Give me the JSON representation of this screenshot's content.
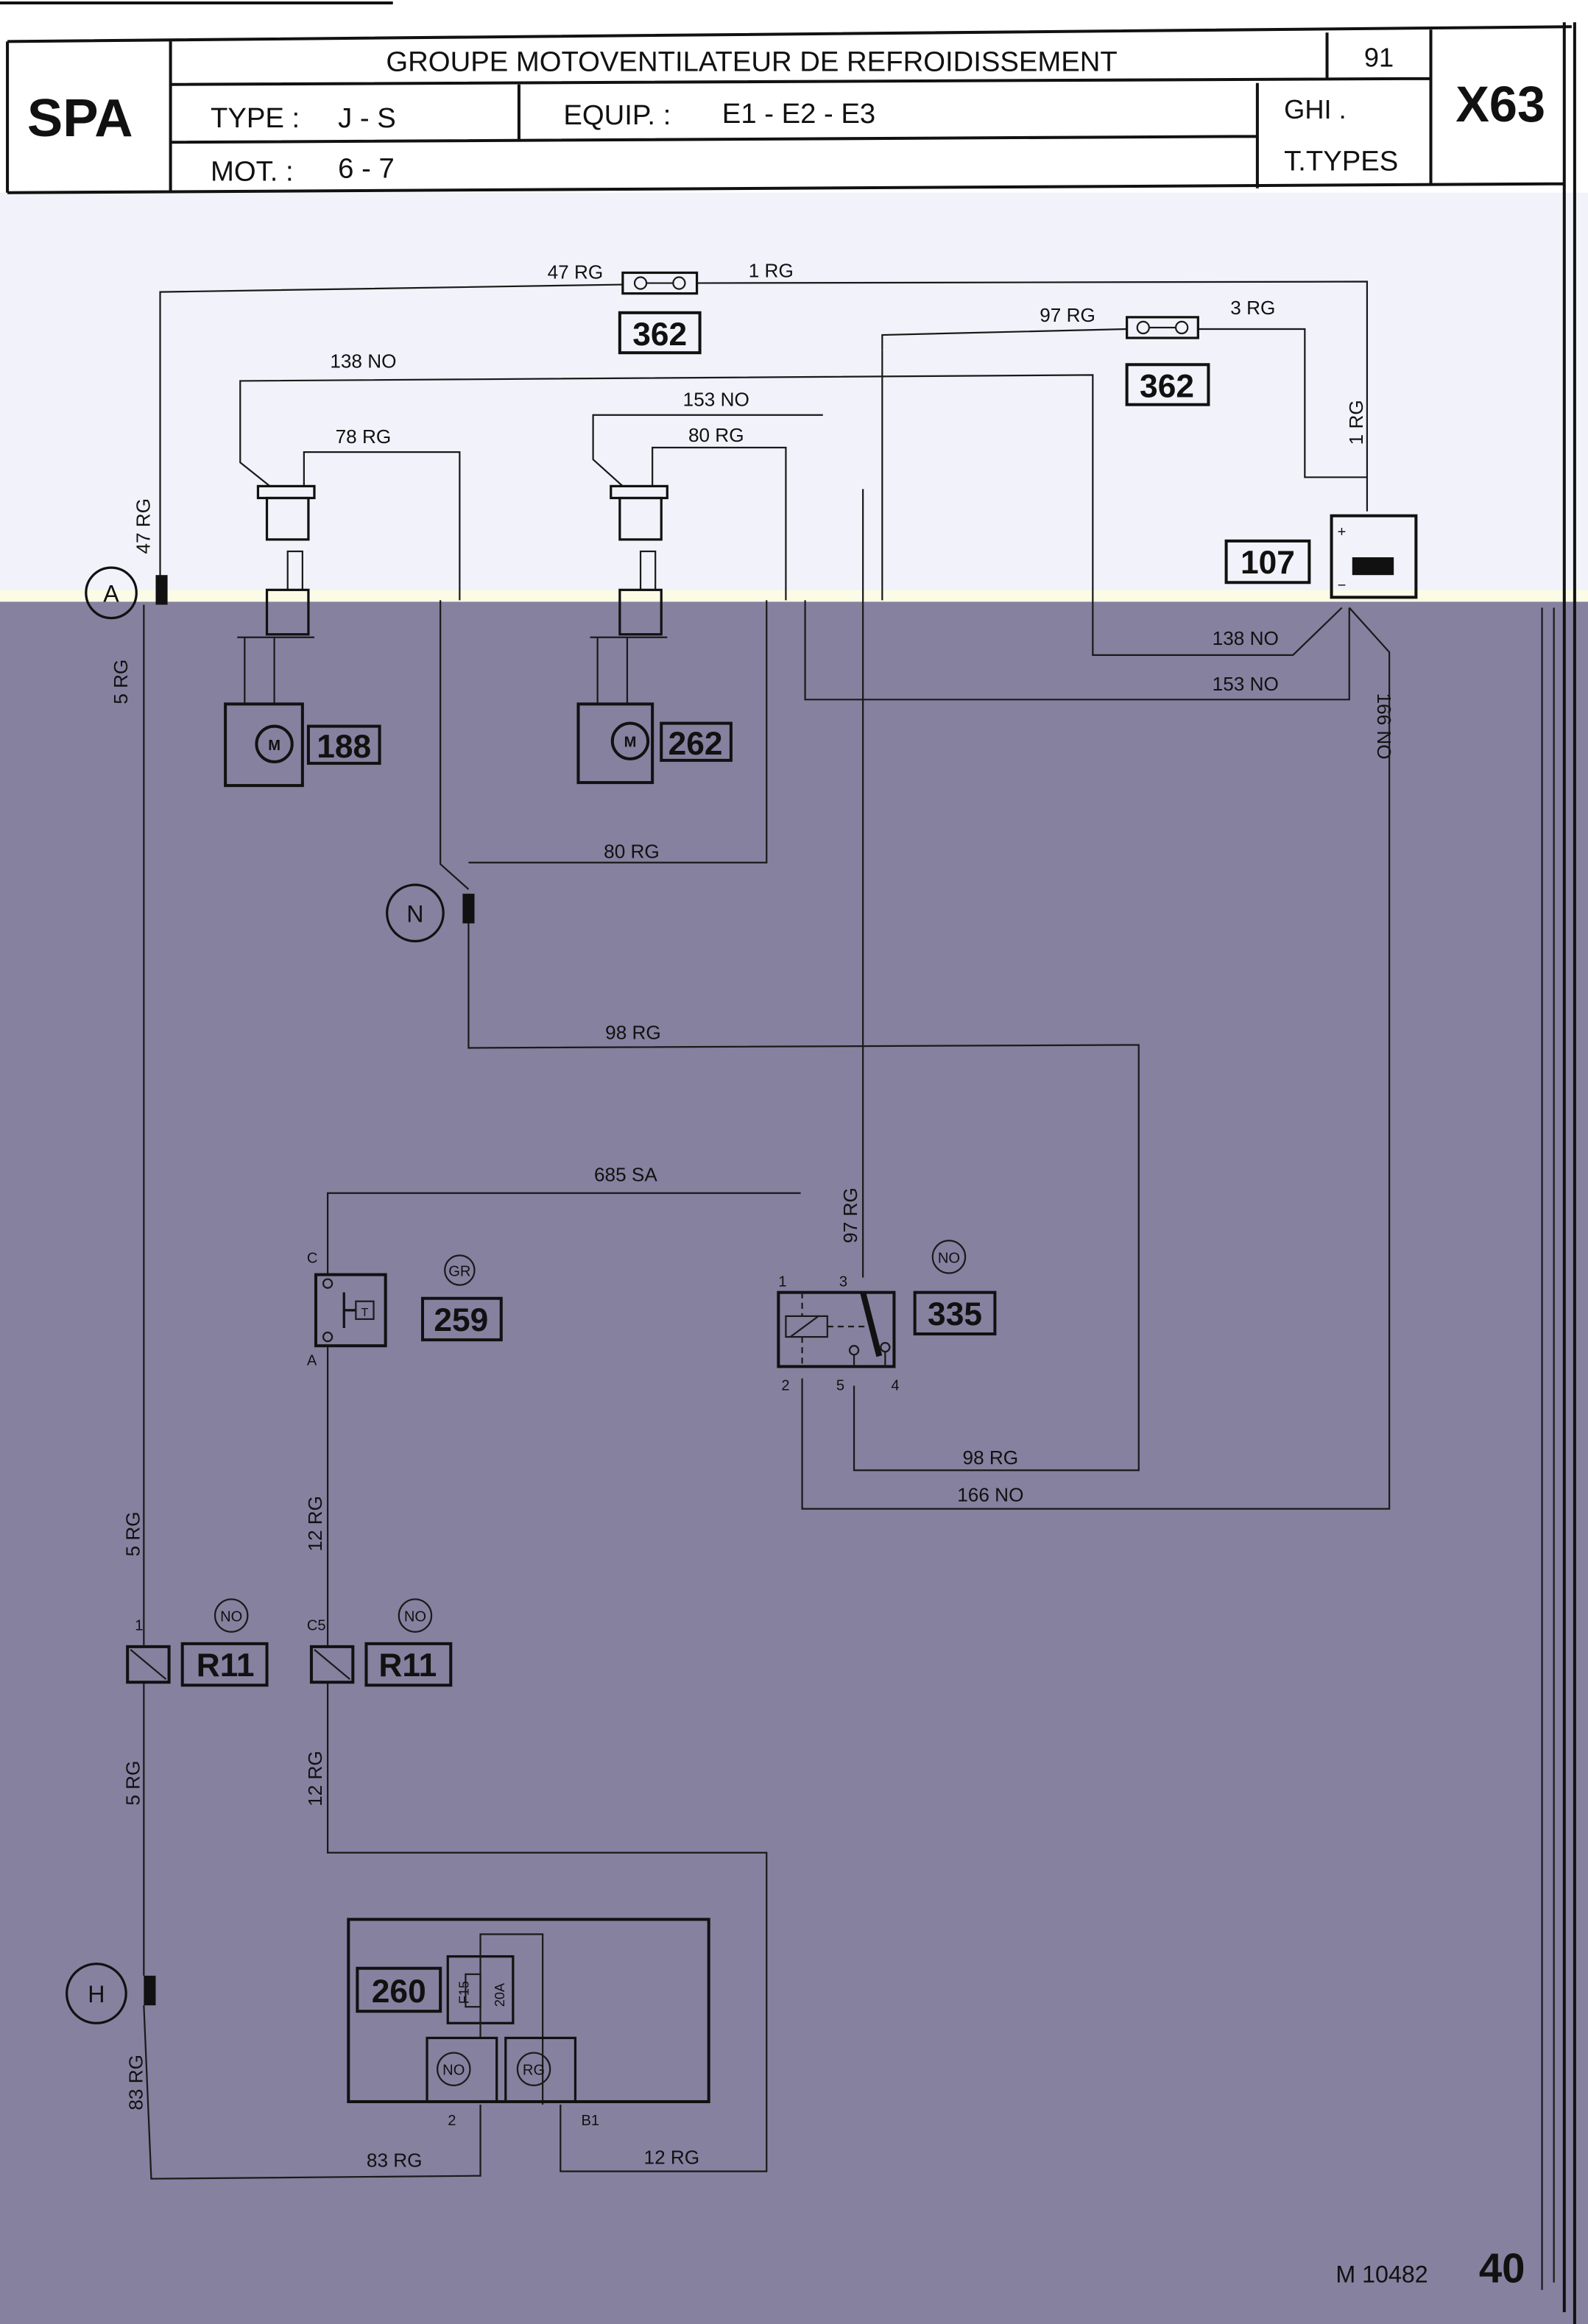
{
  "header": {
    "brand": "SPA",
    "title": "GROUPE  MOTOVENTILATEUR DE REFROIDISSEMENT",
    "page_ref": "91",
    "code": "X63",
    "type_label": "TYPE :",
    "type_value": "J - S",
    "equip_label": "EQUIP. :",
    "equip_value": "E1 - E2 - E3",
    "mot_label": "MOT. :",
    "mot_value": "6 - 7",
    "ghi": "GHI .",
    "ttypes": "T.TYPES"
  },
  "components": {
    "fuse_top": "362",
    "fuse_right": "362",
    "battery": "107",
    "motor_left": "188",
    "motor_right": "262",
    "motor_symbol": "M",
    "thermo": "259",
    "relay": "335",
    "r11_left": "R11",
    "r11_right": "R11",
    "fusebox": "260",
    "fuse_name": "F15",
    "fuse_rating": "20A",
    "battery_plus": "+",
    "battery_minus": "−",
    "thermo_symbol": "T"
  },
  "connectors": {
    "a": "A",
    "n": "N",
    "h": "H"
  },
  "color_tags": {
    "thermo": "GR",
    "relay": "NO",
    "r11_left": "NO",
    "r11_right": "NO",
    "fusebox_no": "NO",
    "fusebox_rg": "RG"
  },
  "pins": {
    "thermo_c": "C",
    "thermo_a": "A",
    "relay_1": "1",
    "relay_2": "2",
    "relay_3": "3",
    "relay_4": "4",
    "relay_5": "5",
    "r11_left": "1",
    "r11_right": "C5",
    "fusebox_2": "2",
    "fusebox_b1": "B1"
  },
  "wires": {
    "w47_top": "47 RG",
    "w1_top": "1 RG",
    "w97_top": "97 RG",
    "w3": "3 RG",
    "w138_top": "138 NO",
    "w153_top": "153 NO",
    "w78": "78 RG",
    "w80_top": "80 RG",
    "w47_vert": "47 RG",
    "w1_vert": "1 RG",
    "w138_bat": "138 NO",
    "w153_bat": "153 NO",
    "w166_vert": "166 NO",
    "w5_a": "5 RG",
    "w80_low": "80 RG",
    "w98_low": "98 RG",
    "w685": "685 SA",
    "w97_vert": "97 RG",
    "w98_relay": "98 RG",
    "w166_low": "166 NO",
    "w5_b": "5 RG",
    "w12_a": "12 RG",
    "w5_c": "5 RG",
    "w12_b": "12 RG",
    "w83_vert": "83 RG",
    "w83_bot": "83 RG",
    "w12_bot": "12 RG"
  },
  "footer": {
    "ref": "M 10482",
    "page": "40"
  },
  "colors": {
    "upper_bg": "#f2f2fa",
    "lower_bg": "#85819f",
    "ink": "#111111"
  }
}
